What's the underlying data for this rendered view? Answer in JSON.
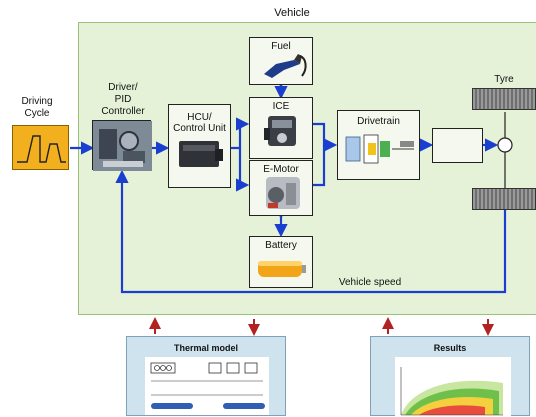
{
  "diagram": {
    "vehicle_label": "Vehicle",
    "driving_cycle_label": "Driving\nCycle",
    "driver_label": "Driver/\nPID\nController",
    "hcu_label": "HCU/\nControl Unit",
    "fuel_label": "Fuel",
    "ice_label": "ICE",
    "emotor_label": "E-Motor",
    "battery_label": "Battery",
    "drivetrain_label": "Drivetrain",
    "tyre_label": "Tyre",
    "vehicle_speed_label": "Vehicle speed",
    "thermal_model_label": "Thermal model",
    "results_label": "Results"
  },
  "colors": {
    "signal_arrow": "#1a3ecf",
    "thermal_arrow": "#b22222",
    "vehicle_background": "#e6f2d8",
    "panel_background": "#cfe3ef",
    "driving_cycle_fill": "#f2b01e"
  }
}
